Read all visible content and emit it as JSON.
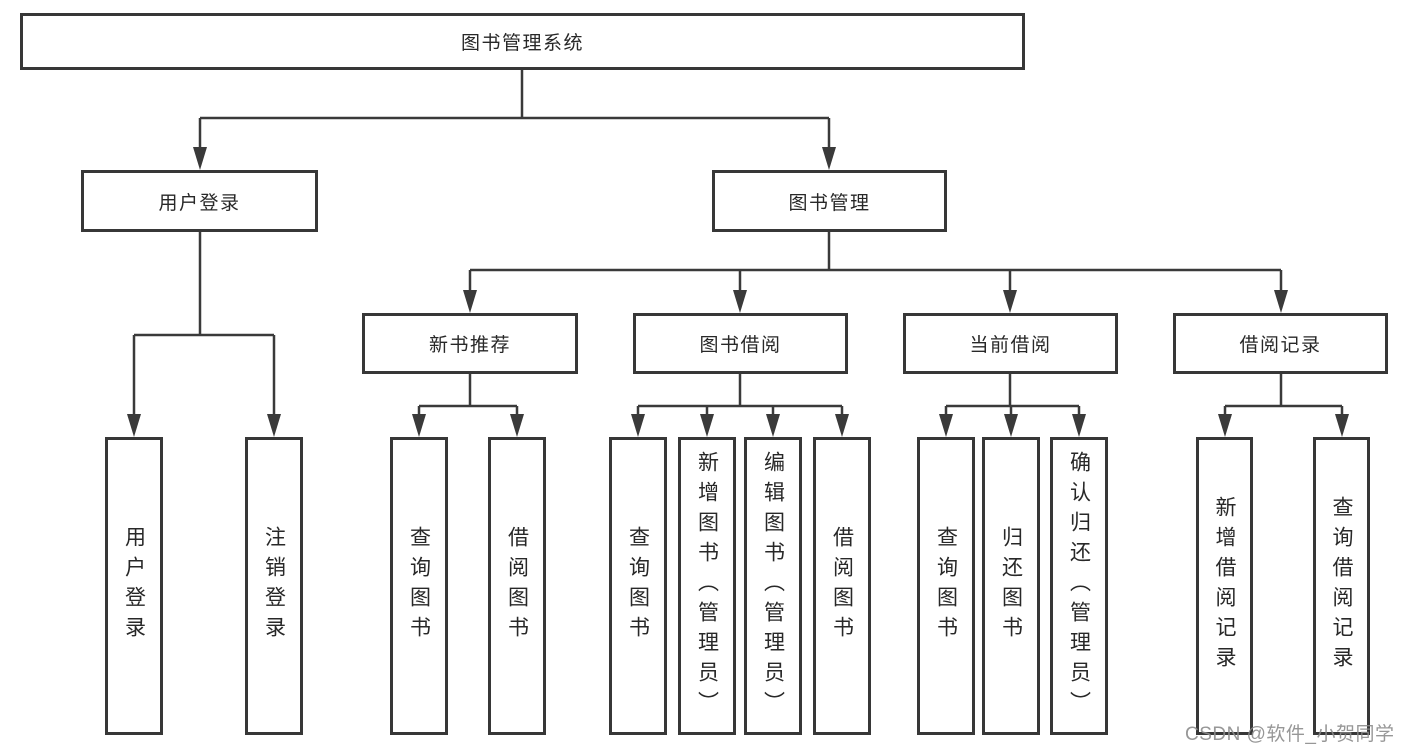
{
  "colors": {
    "background": "#ffffff",
    "line": "#3a3a3a",
    "box_border": "#373737",
    "text": "#282828",
    "watermark": "#8c8c8c"
  },
  "watermark": "CSDN @软件_小贺同学",
  "tree": {
    "root": {
      "label": "图书管理系统"
    },
    "branches": [
      {
        "label": "用户登录",
        "children": [
          {
            "label": "用户登录"
          },
          {
            "label": "注销登录"
          }
        ]
      },
      {
        "label": "图书管理",
        "sections": [
          {
            "label": "新书推荐",
            "children": [
              {
                "label": "查询图书"
              },
              {
                "label": "借阅图书"
              }
            ]
          },
          {
            "label": "图书借阅",
            "children": [
              {
                "label": "查询图书"
              },
              {
                "label": "新增图书（管理员）"
              },
              {
                "label": "编辑图书（管理员）"
              },
              {
                "label": "借阅图书"
              }
            ]
          },
          {
            "label": "当前借阅",
            "children": [
              {
                "label": "查询图书"
              },
              {
                "label": "归还图书"
              },
              {
                "label": "确认归还（管理员）"
              }
            ]
          },
          {
            "label": "借阅记录",
            "children": [
              {
                "label": "新增借阅记录"
              },
              {
                "label": "查询借阅记录"
              }
            ]
          }
        ]
      }
    ]
  }
}
